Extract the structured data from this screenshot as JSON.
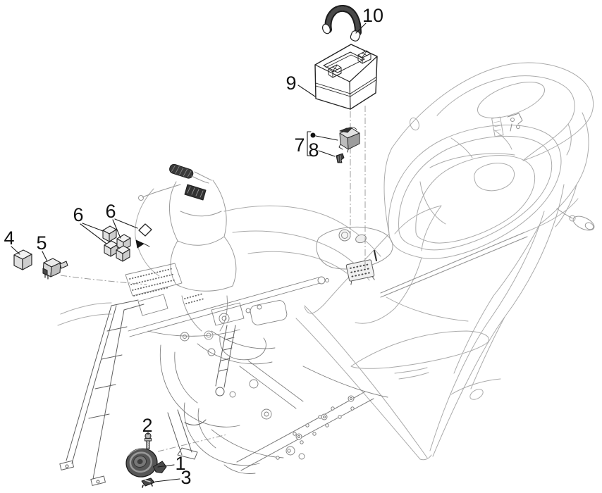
{
  "figure": {
    "background": "#ffffff",
    "body_line_color": "#aaaaaa",
    "detail_line_color": "#7a7a7a",
    "frame_line_color": "#5f5f5f",
    "part_line_color": "#1f1f1f",
    "callout_color": "#111111"
  },
  "callouts": {
    "c1": "1",
    "c2": "2",
    "c3": "3",
    "c4": "4",
    "c5": "5",
    "c6a": "6",
    "c6b": "6",
    "c7": "7",
    "c8": "8",
    "c9": "9",
    "c10": "10"
  }
}
